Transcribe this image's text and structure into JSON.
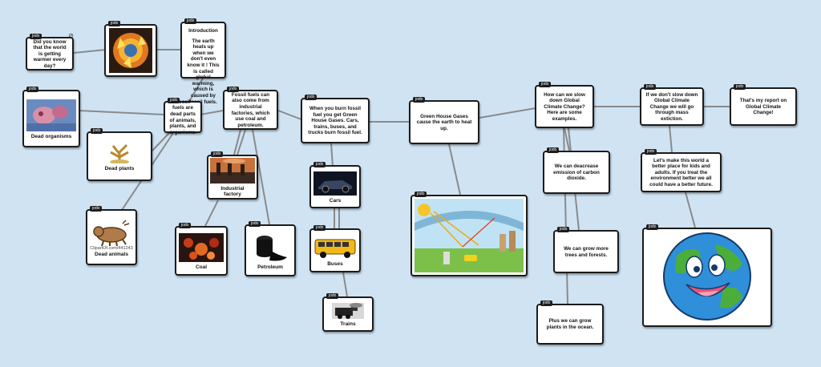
{
  "owner_tag": "jodo",
  "nodes": {
    "did_you_know": "Did you know that the world is getting warmer every day?",
    "introduction_title": "Introduction",
    "introduction_body": "The earth heats up when we don't even know it ! This is called global warming, which is caused by fossil fuels.",
    "fossil_fuels": "Fossil fuels are dead parts of animals, plants, and organisms.",
    "dead_organisms": "Dead organisms",
    "dead_plants": "Dead plants",
    "dead_animals": "Dead animals",
    "clipart_credit": "ClipartOf.com/441243",
    "industrial": "Fossil fuels can also come from industrial factories, which use coal and petroleum.",
    "industrial_factory": "Industrial factory",
    "coal": "Coal",
    "petroleum": "Petroleum",
    "burn": "When you burn fossil fuel you get Green House Gases. Cars, trains, buses, and trucks burn fossil fuel.",
    "cars": "Cars",
    "buses": "Buses",
    "trains": "Trains",
    "greenhouse": "Green House Gases cause the earth to heat up.",
    "slow_down": "How can we slow down Global Climate Change? Here are some examples.",
    "decrease": "We can deacrease emission of carbon dioxide.",
    "trees": "We can grow more trees and forests.",
    "ocean": "Plus we can grow plants in the ocean.",
    "extinction": "If we don't slow down Global Climate Change we will go through mass extiction.",
    "report": "That's my report on Global Climate Change!",
    "better_place": "Let's make this world a better place for kids and adults. If you treat the environment better we all could have a better future."
  },
  "colors": {
    "background": "#cfe3f3",
    "connector": "#8a8a8a",
    "border": "#1c1c1c"
  },
  "icons": [
    "globe-icon",
    "fire-icon",
    "car-icon",
    "bus-icon",
    "train-icon",
    "factory-icon",
    "oil-barrel-icon",
    "coal-icon"
  ]
}
